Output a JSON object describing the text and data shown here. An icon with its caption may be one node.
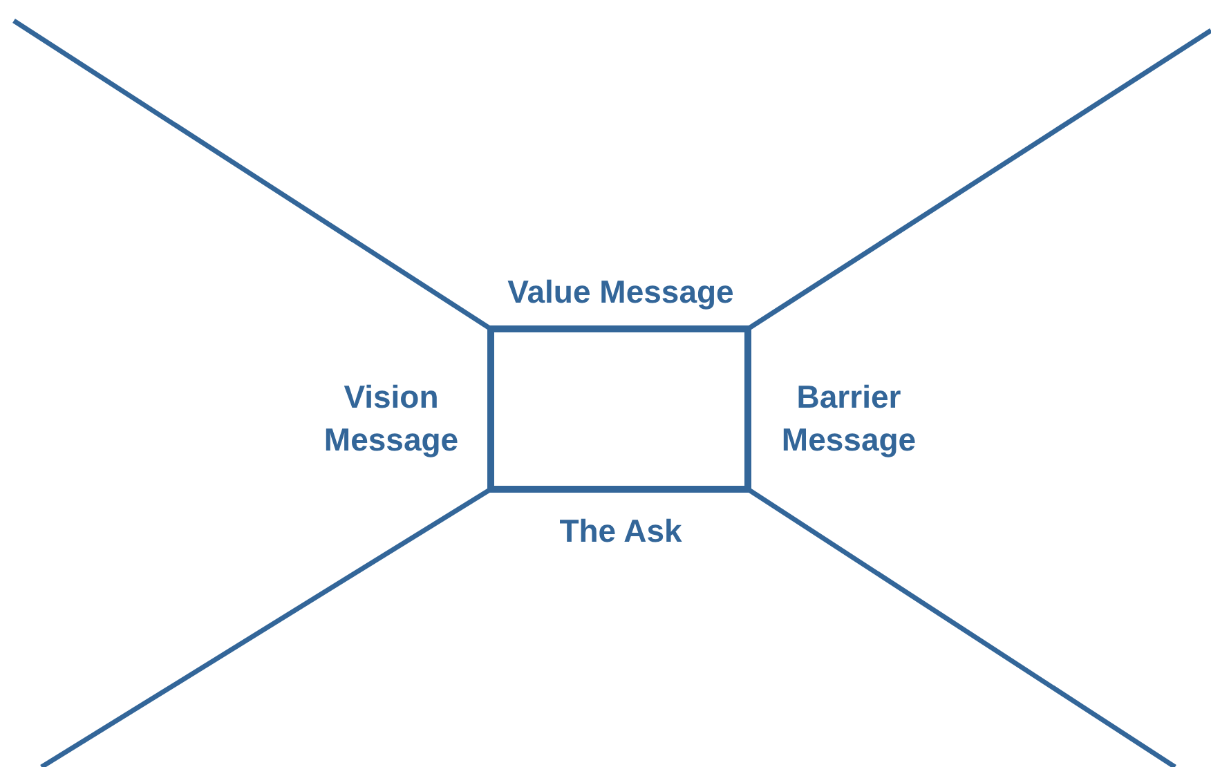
{
  "diagram": {
    "labels": [
      "Value Message",
      "Vision Message",
      "Barrier Message",
      "The Ask"
    ]
  }
}
